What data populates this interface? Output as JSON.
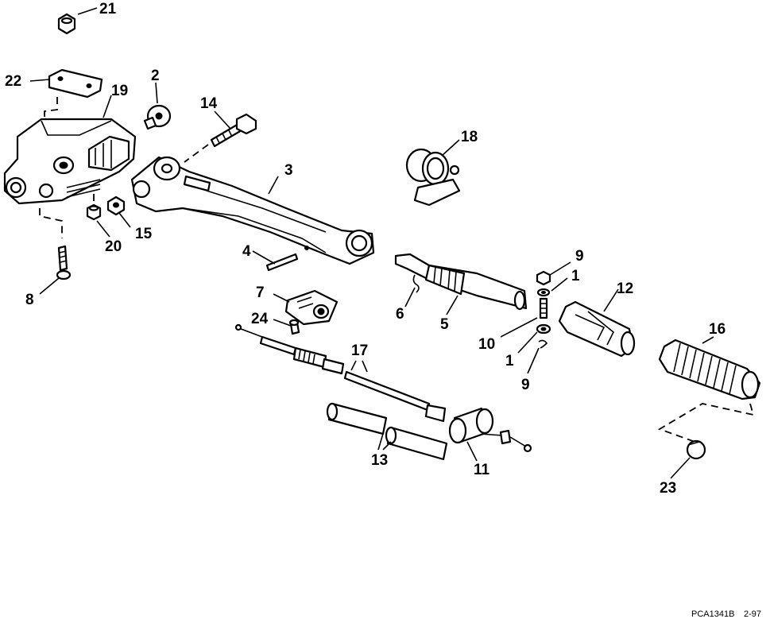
{
  "callouts": [
    {
      "id": "c21",
      "label": "21"
    },
    {
      "id": "c22",
      "label": "22"
    },
    {
      "id": "c19",
      "label": "19"
    },
    {
      "id": "c2",
      "label": "2"
    },
    {
      "id": "c14",
      "label": "14"
    },
    {
      "id": "c3",
      "label": "3"
    },
    {
      "id": "c18",
      "label": "18"
    },
    {
      "id": "c20",
      "label": "20"
    },
    {
      "id": "c15",
      "label": "15"
    },
    {
      "id": "c4",
      "label": "4"
    },
    {
      "id": "c8",
      "label": "8"
    },
    {
      "id": "c7",
      "label": "7"
    },
    {
      "id": "c24",
      "label": "24"
    },
    {
      "id": "c9a",
      "label": "9"
    },
    {
      "id": "c1a",
      "label": "1"
    },
    {
      "id": "c12",
      "label": "12"
    },
    {
      "id": "c6",
      "label": "6"
    },
    {
      "id": "c5",
      "label": "5"
    },
    {
      "id": "c10",
      "label": "10"
    },
    {
      "id": "c1b",
      "label": "1"
    },
    {
      "id": "c9b",
      "label": "9"
    },
    {
      "id": "c16",
      "label": "16"
    },
    {
      "id": "c17",
      "label": "17"
    },
    {
      "id": "c13",
      "label": "13"
    },
    {
      "id": "c11",
      "label": "11"
    },
    {
      "id": "c23",
      "label": "23"
    }
  ],
  "footer": {
    "code": "PCA1341B",
    "date": "2-97"
  }
}
